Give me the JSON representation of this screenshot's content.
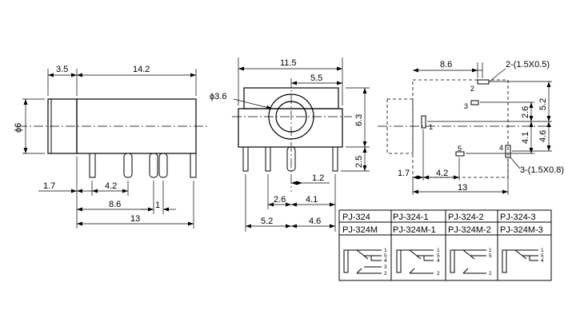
{
  "side_view": {
    "dims": {
      "d_3_5": "3.5",
      "d_14_2": "14.2",
      "d_phi6": "ϕ6",
      "d_1_7": "1.7",
      "d_4_2": "4.2",
      "d_8_6": "8.6",
      "d_1": "1",
      "d_13": "13"
    }
  },
  "front_view": {
    "dims": {
      "d_11_5": "11.5",
      "d_5_5": "5.5",
      "d_phi3_6": "ϕ3.6",
      "d_6_3": "6.3",
      "d_2_5": "2.5",
      "d_1_2": "1.2",
      "d_2_6": "2.6",
      "d_4_1": "4.1",
      "d_5_2": "5.2",
      "d_4_6": "4.6"
    }
  },
  "top_view": {
    "dims": {
      "d_8_6": "8.6",
      "d_slot_top": "2-(1.5X0.5)",
      "d_5_2": "5.2",
      "d_2_6": "2.6",
      "d_4_6": "4.6",
      "d_4_1": "4.1",
      "d_slot_bottom": "3-(1.5X0.8)",
      "d_1_7": "1.7",
      "d_4_2": "4.2",
      "d_13": "13"
    },
    "pins": [
      "1",
      "2",
      "3",
      "4",
      "5"
    ]
  },
  "table": {
    "row1": [
      "PJ-324",
      "PJ-324-1",
      "PJ-324-2",
      "PJ-324-3"
    ],
    "row2": [
      "PJ-324M",
      "PJ-324M-1",
      "PJ-324M-2",
      "PJ-324M-3"
    ],
    "schematics": [
      {
        "pins": [
          "1",
          "5",
          "4",
          "3",
          "2"
        ]
      },
      {
        "pins": [
          "1",
          "5",
          "4",
          "2"
        ]
      },
      {
        "pins": [
          "1",
          "5",
          "2"
        ]
      },
      {
        "pins": [
          "1",
          "5",
          "4"
        ]
      }
    ]
  }
}
